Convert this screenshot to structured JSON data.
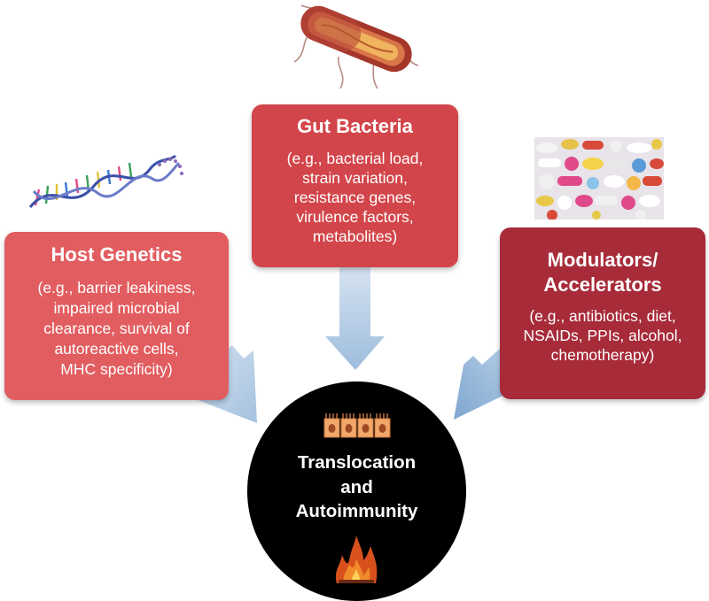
{
  "nodes": {
    "gut_bacteria": {
      "title": "Gut Bacteria",
      "lines": [
        "(e.g., bacterial load,",
        "strain variation,",
        "resistance genes,",
        "virulence factors,",
        "metabolites)"
      ]
    },
    "host_genetics": {
      "title": "Host Genetics",
      "lines": [
        "(e.g., barrier leakiness,",
        "impaired microbial",
        "clearance, survival of",
        "autoreactive cells,",
        "MHC specificity)"
      ]
    },
    "modulators": {
      "title_lines": [
        "Modulators/",
        "Accelerators"
      ],
      "lines": [
        "(e.g., antibiotics, diet,",
        "NSAIDs, PPIs, alcohol,",
        "chemotherapy)"
      ]
    },
    "center": {
      "lines": [
        "Translocation",
        "and",
        "Autoimmunity"
      ]
    }
  },
  "colors": {
    "gut_bacteria": "#d2454a",
    "host_genetics": "#e25d60",
    "modulators": "#a72b39",
    "center": "#000000",
    "arrow": "#a9c4e0"
  },
  "icons": [
    "bacterium-icon",
    "dna-helix-icon",
    "pills-icon",
    "epithelial-cells-icon",
    "fire-icon"
  ]
}
